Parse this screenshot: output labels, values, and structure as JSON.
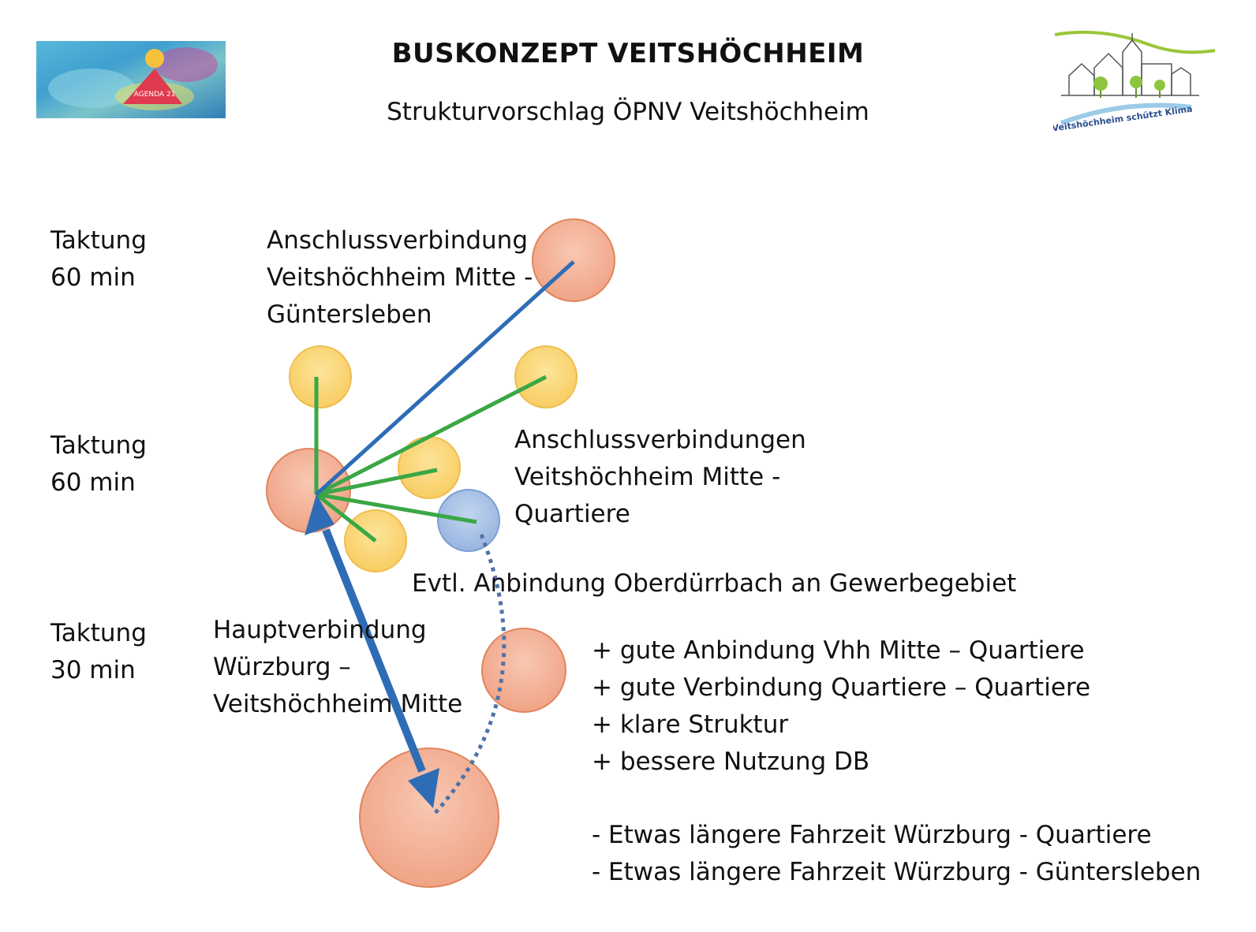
{
  "header": {
    "title": "BUSKONZEPT VEITSHÖCHHEIM",
    "subtitle": "Strukturvorschlag ÖPNV Veitshöchheim"
  },
  "logos": {
    "left_text": "AGENDA 21",
    "right_text": "Veitshöchheim schützt Klima"
  },
  "tiers": [
    {
      "line1": "Taktung",
      "line2": "60 min"
    },
    {
      "line1": "Taktung",
      "line2": "60 min"
    },
    {
      "line1": "Taktung",
      "line2": "30 min"
    }
  ],
  "labels": {
    "anschluss_guentersleben": [
      "Anschlussverbindung",
      "Veitshöchheim Mitte -",
      "Güntersleben"
    ],
    "anschluss_quartiere": [
      "Anschlussverbindungen",
      "Veitshöchheim Mitte -",
      "Quartiere"
    ],
    "oberduerrbach": "Evtl. Anbindung Oberdürrbach an Gewerbegebiet",
    "hauptverbindung": [
      "Hauptverbindung",
      "Würzburg –",
      "Veitshöchheim Mitte"
    ]
  },
  "pros": [
    "+ gute Anbindung Vhh Mitte – Quartiere",
    "+ gute Verbindung Quartiere – Quartiere",
    "+ klare Struktur",
    "+ bessere Nutzung DB"
  ],
  "cons": [
    "- Etwas längere Fahrzeit Würzburg - Quartiere",
    "- Etwas längere Fahrzeit Würzburg - Güntersleben"
  ],
  "colors": {
    "salmon": "#f4b39a",
    "salmon_stroke": "#e0855f",
    "yellow": "#fbd87e",
    "yellow_stroke": "#efbd4f",
    "blue_node": "#a9c3e8",
    "blue_node_stroke": "#7b9fd2",
    "main_line": "#2e6db5",
    "green_line": "#3aa746",
    "dotted_line": "#4f73a8"
  }
}
